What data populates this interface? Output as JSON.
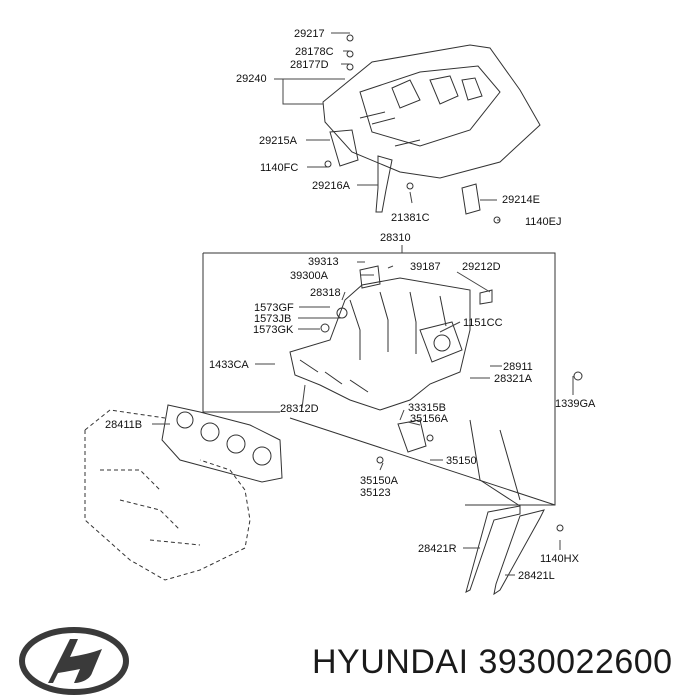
{
  "diagram": {
    "part_labels": [
      "29217",
      "28178C",
      "28177D",
      "29240",
      "29215A",
      "1140FC",
      "29216A",
      "21381C",
      "29214E",
      "1140EJ",
      "28310",
      "39313",
      "39300A",
      "39187",
      "29212D",
      "28318",
      "1573GF",
      "1573JB",
      "1573GK",
      "1151CC",
      "1433CA",
      "28911",
      "28321A",
      "1339GA",
      "28312D",
      "33315B",
      "35156A",
      "28411B",
      "35150",
      "35150A",
      "35123",
      "28421R",
      "1140HX",
      "28421L"
    ]
  },
  "footer": {
    "brand": "HYUNDAI",
    "part_number": "3930022600",
    "logo_icon": "hyundai-logo-icon"
  },
  "colors": {
    "line": "#333333",
    "text": "#111111",
    "logo": "#3a3a3a"
  }
}
